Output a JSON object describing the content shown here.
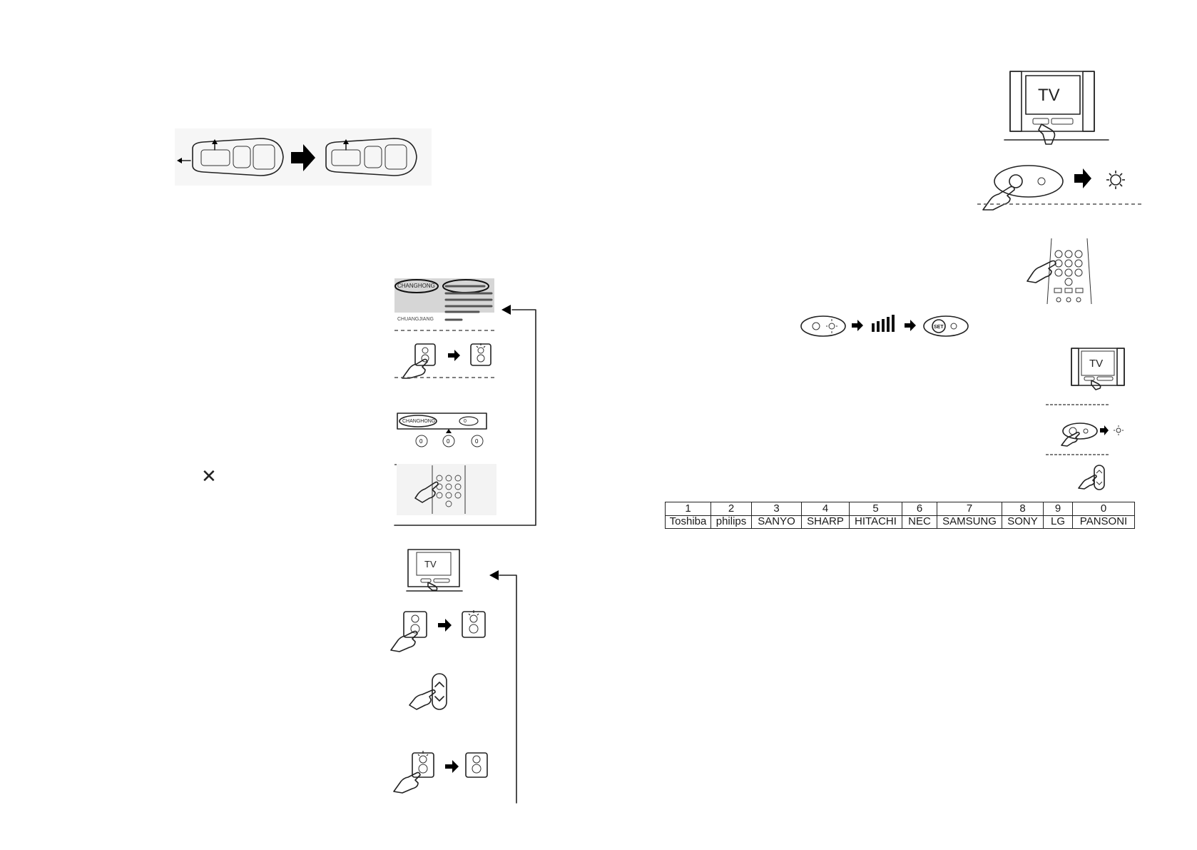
{
  "figure1": {
    "arrow": "right-arrow"
  },
  "step_code_panel": {
    "row1_brand": "CHANGHONG",
    "row2_brand": "CHUANGJIANG"
  },
  "step_code_entry": {
    "brand": "CHANGHONG",
    "digits": [
      "0",
      "0",
      "0"
    ]
  },
  "tv_label": "TV",
  "set_label": "SET",
  "close_mark": "✕",
  "brand_table": {
    "numbers": [
      "1",
      "2",
      "3",
      "4",
      "5",
      "6",
      "7",
      "8",
      "9",
      "0"
    ],
    "brands": [
      "Toshiba",
      "philips",
      "SANYO",
      "SHARP",
      "HITACHI",
      "NEC",
      "SAMSUNG",
      "SONY",
      "LG",
      "PANSONI"
    ]
  }
}
